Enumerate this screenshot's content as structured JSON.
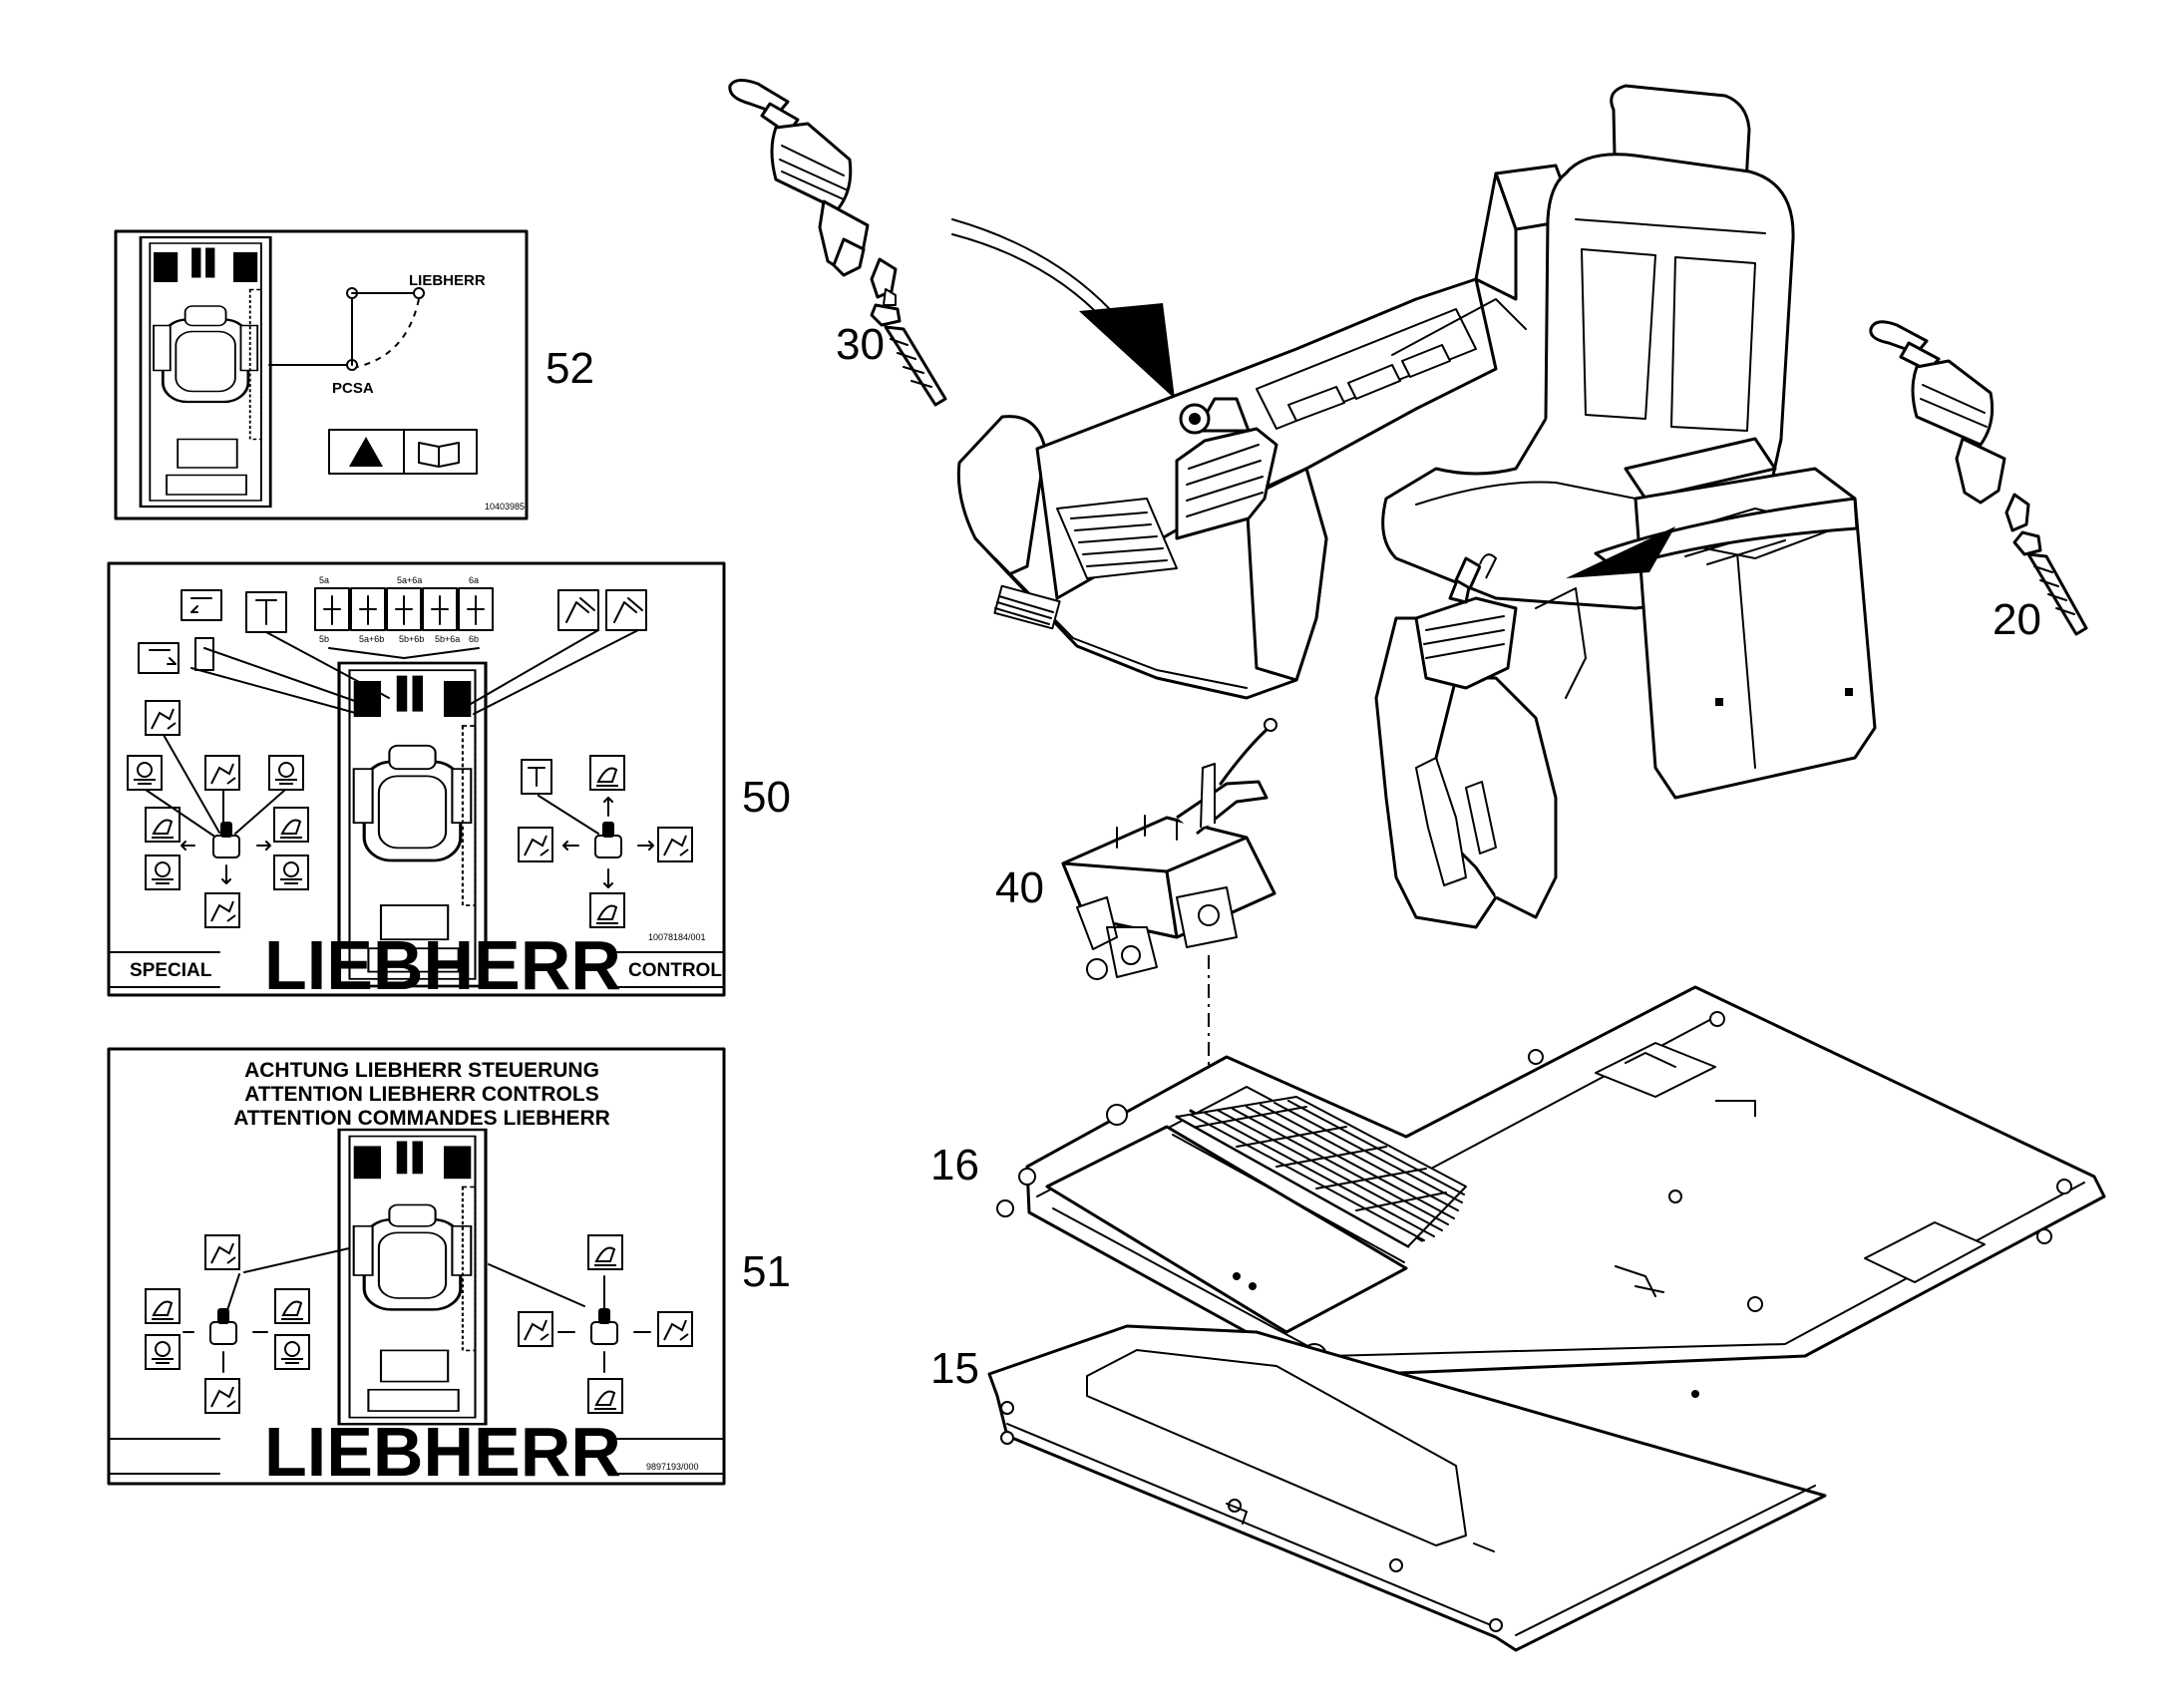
{
  "callouts": {
    "p15": "15",
    "p16": "16",
    "p20": "20",
    "p30": "30",
    "p40": "40",
    "p50": "50",
    "p51": "51",
    "p52": "52"
  },
  "label_52": {
    "brand": "LIEBHERR",
    "mode": "PCSA",
    "part_no": "10403985"
  },
  "label_50": {
    "brand": "LIEBHERR",
    "left_caption": "SPECIAL",
    "right_caption": "CONTROL",
    "part_no": "10078184/001",
    "ratios": [
      "5a",
      "5a+6a",
      "6a",
      "5b",
      "5a+6b",
      "5b+6b",
      "5b+6a",
      "6b"
    ]
  },
  "label_51": {
    "heading": [
      "ACHTUNG LIEBHERR STEUERUNG",
      "ATTENTION LIEBHERR CONTROLS",
      "ATTENTION COMMANDES LIEBHERR"
    ],
    "brand": "LIEBHERR",
    "part_no": "9897193/000"
  },
  "icons": [
    "warning-triangle-icon",
    "manual-book-icon",
    "joystick-icon",
    "bucket-icon",
    "boom-icon",
    "swing-icon",
    "arrow-icon"
  ]
}
